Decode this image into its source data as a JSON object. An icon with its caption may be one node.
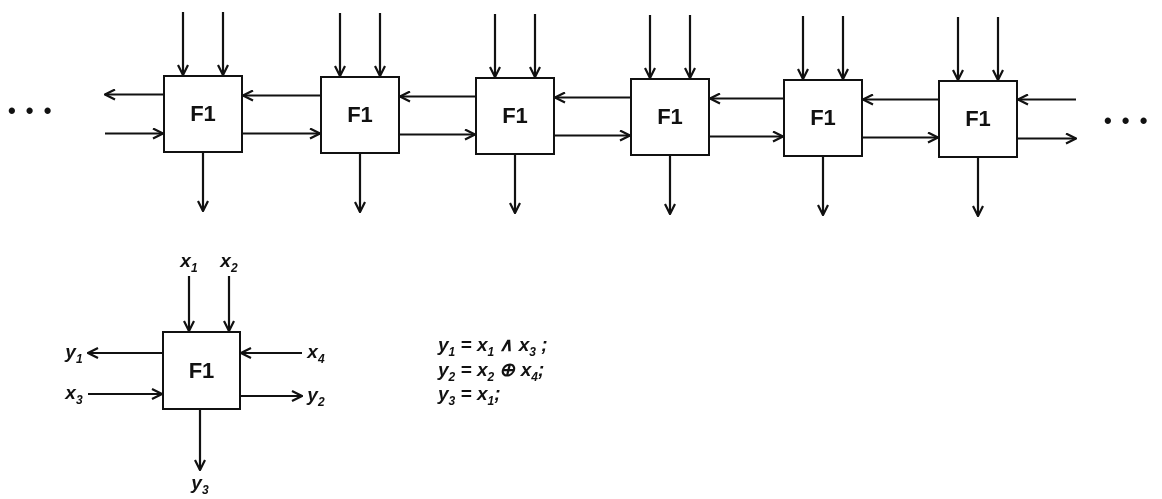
{
  "diagram": {
    "nodes": [
      {
        "text": [
          "F1"
        ]
      },
      {
        "text": [
          "F1"
        ]
      },
      {
        "text": [
          "F1"
        ]
      },
      {
        "text": [
          "F1"
        ]
      },
      {
        "text": [
          "F1"
        ]
      },
      {
        "text": [
          "F1"
        ]
      },
      {
        "text": [
          "x$_{1}$"
        ]
      },
      {
        "text": [
          "x$_{2}$"
        ]
      },
      {
        "text": [
          "y$_{1}$"
        ]
      },
      {
        "text": [
          "F1"
        ]
      },
      {
        "text": [
          "x$_{4}$"
        ]
      },
      {
        "text": [
          "x$_{3}$"
        ]
      },
      {
        "text": [
          "y$_{2}$"
        ]
      },
      {
        "text": [
          "y$_{3}$"
        ]
      }
    ],
    "edges": [
      {
        "from": null,
        "to": 0,
        "arrow": "to"
      },
      {
        "from": null,
        "to": 0,
        "arrow": "to"
      },
      {
        "from": 0,
        "to": null,
        "arrow": "to"
      },
      {
        "from": null,
        "to": 0,
        "arrow": "to"
      },
      {
        "from": 0,
        "to": null,
        "arrow": "to"
      },
      {
        "from": 1,
        "to": 0,
        "arrow": "to"
      },
      {
        "from": 0,
        "to": 1,
        "arrow": "to"
      },
      {
        "from": null,
        "to": 1,
        "arrow": "to"
      },
      {
        "from": null,
        "to": 1,
        "arrow": "to"
      },
      {
        "from": 1,
        "to": null,
        "arrow": "to"
      },
      {
        "from": 2,
        "to": 1,
        "arrow": "to"
      },
      {
        "from": 1,
        "to": 2,
        "arrow": "to"
      },
      {
        "from": null,
        "to": 2,
        "arrow": "to"
      },
      {
        "from": null,
        "to": 2,
        "arrow": "to"
      },
      {
        "from": 2,
        "to": null,
        "arrow": "to"
      },
      {
        "from": 3,
        "to": 2,
        "arrow": "to"
      },
      {
        "from": 2,
        "to": 3,
        "arrow": "to"
      },
      {
        "from": null,
        "to": 3,
        "arrow": "to"
      },
      {
        "from": null,
        "to": 3,
        "arrow": "to"
      },
      {
        "from": 3,
        "to": null,
        "arrow": "to"
      },
      {
        "from": 4,
        "to": 3,
        "arrow": "to"
      },
      {
        "from": 3,
        "to": 4,
        "arrow": "to"
      },
      {
        "from": null,
        "to": 4,
        "arrow": "to"
      },
      {
        "from": null,
        "to": 4,
        "arrow": "to"
      },
      {
        "from": 4,
        "to": null,
        "arrow": "to"
      },
      {
        "from": 5,
        "to": 4,
        "arrow": "to"
      },
      {
        "from": 4,
        "to": 5,
        "arrow": "to"
      },
      {
        "from": null,
        "to": 5,
        "arrow": "to"
      },
      {
        "from": null,
        "to": 5,
        "arrow": "to"
      },
      {
        "from": 5,
        "to": null,
        "arrow": "to"
      },
      {
        "from": null,
        "to": 5,
        "arrow": "to"
      },
      {
        "from": 5,
        "to": null,
        "arrow": "to"
      },
      {
        "from": 6,
        "to": 9,
        "arrow": "to"
      },
      {
        "from": 7,
        "to": 9,
        "arrow": "to"
      },
      {
        "from": 9,
        "to": 8,
        "arrow": "to"
      },
      {
        "from": 10,
        "to": 9,
        "arrow": "to"
      },
      {
        "from": 11,
        "to": 9,
        "arrow": "to"
      },
      {
        "from": 9,
        "to": 12,
        "arrow": "to"
      },
      {
        "from": 9,
        "to": 13,
        "arrow": "to"
      }
    ],
    "labels": [
      "• • •",
      "• • •",
      "y$_{1}$ = x$_{1}$ ∧ x$_{3}$ ;",
      "y$_{2}$ = x$_{2}$ ⊕ x$_{4}$;",
      "y$_{3}$ = x$_{1}$;"
    ]
  }
}
